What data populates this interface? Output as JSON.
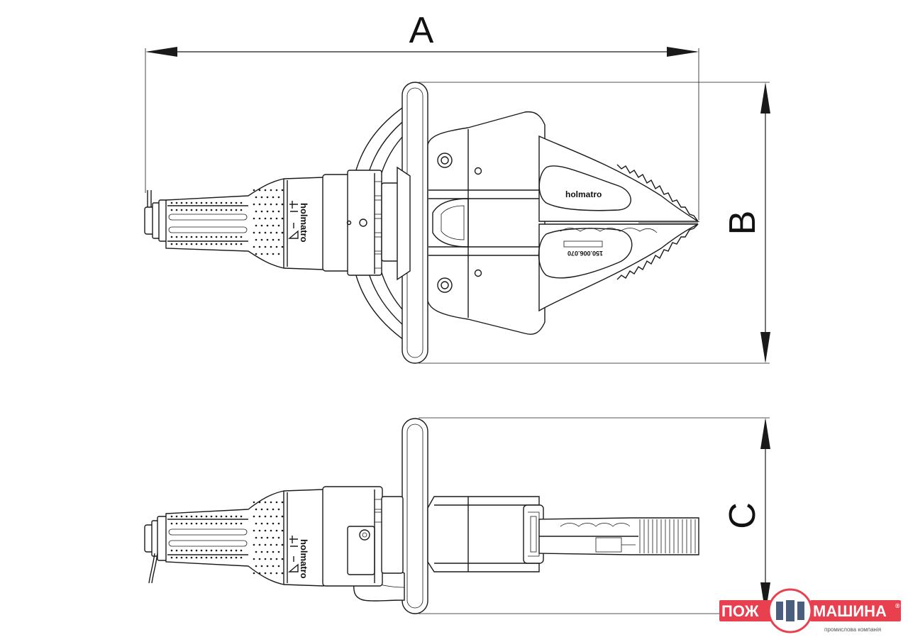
{
  "drawing": {
    "dimensions": {
      "a": "A",
      "b": "B",
      "c": "C"
    },
    "brand_top": "holmatro",
    "brand_handle_top": "holmatro",
    "brand_handle_bottom": "holmatro",
    "part_number": "150.006.070"
  },
  "logo": {
    "left_text": "ПОЖ",
    "right_text": "МАШИНА",
    "registered": "®",
    "subtitle": "промислова компанія",
    "color": "#e8404f"
  }
}
